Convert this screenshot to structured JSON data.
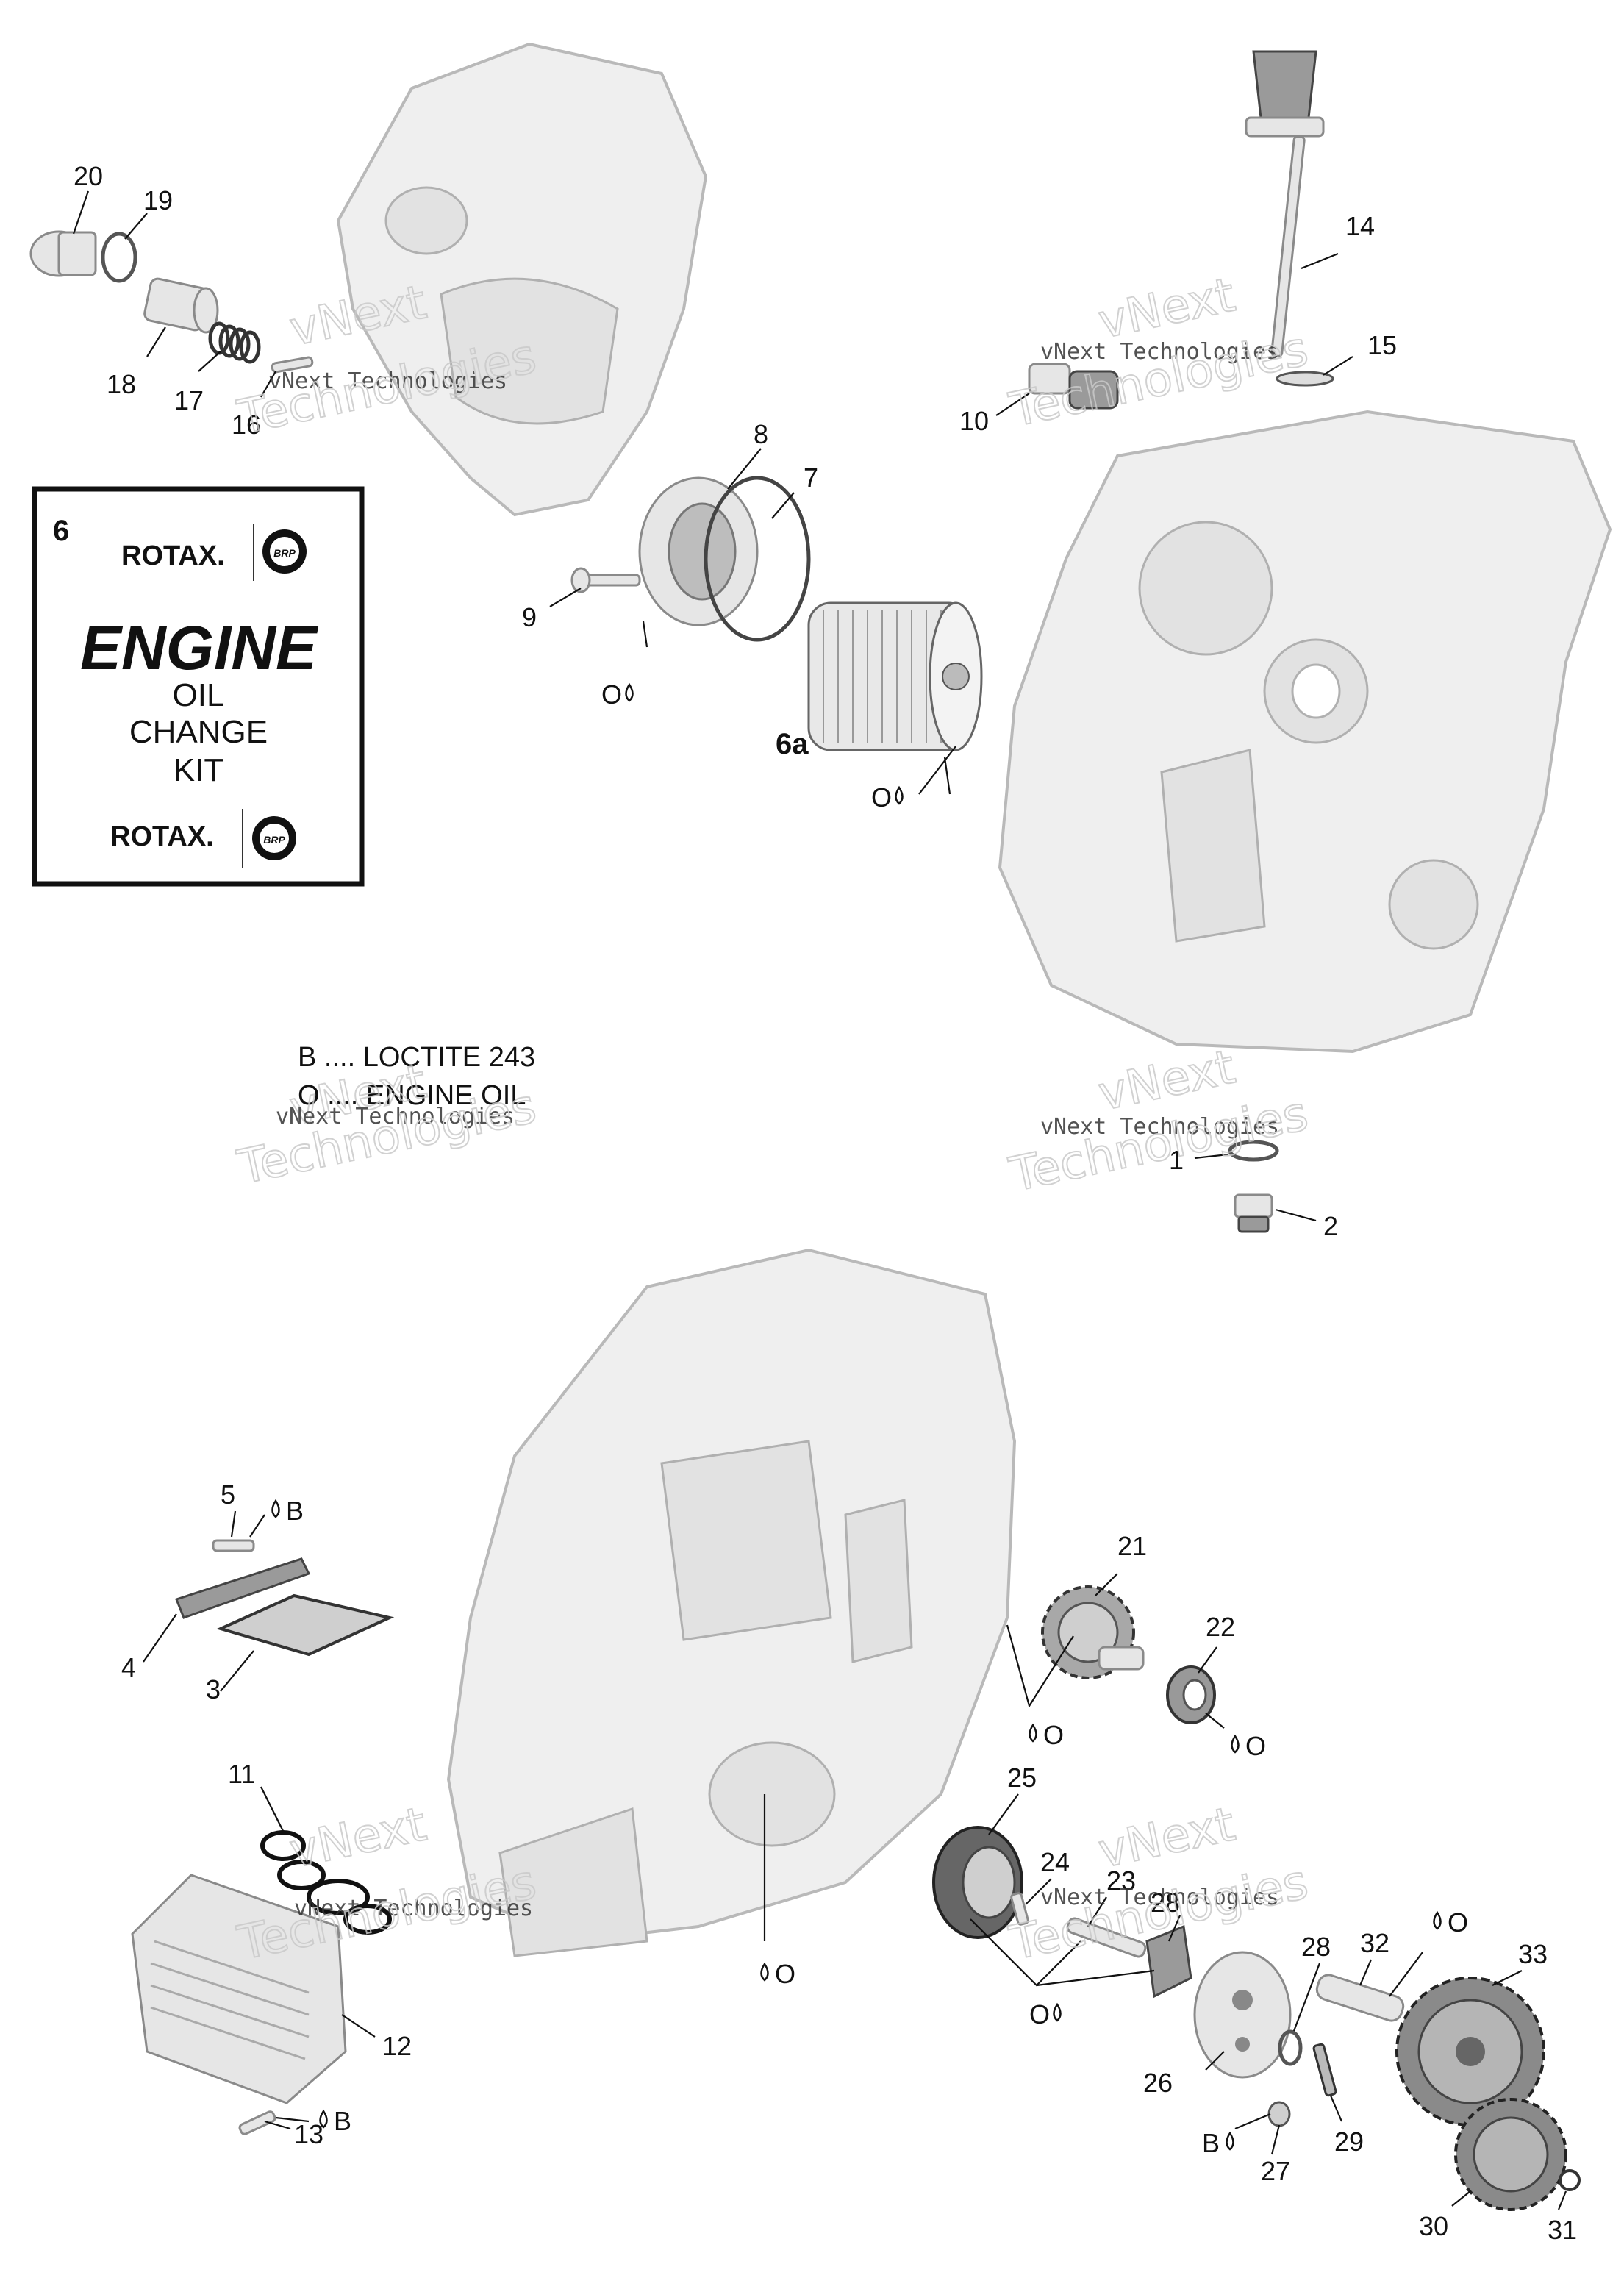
{
  "diagram": {
    "callouts": [
      {
        "id": "c1",
        "label": "1"
      },
      {
        "id": "c2",
        "label": "2"
      },
      {
        "id": "c3",
        "label": "3"
      },
      {
        "id": "c4",
        "label": "4"
      },
      {
        "id": "c5",
        "label": "5"
      },
      {
        "id": "c6a",
        "label": "6a"
      },
      {
        "id": "c7",
        "label": "7"
      },
      {
        "id": "c8",
        "label": "8"
      },
      {
        "id": "c9",
        "label": "9"
      },
      {
        "id": "c10",
        "label": "10"
      },
      {
        "id": "c11",
        "label": "11"
      },
      {
        "id": "c12",
        "label": "12"
      },
      {
        "id": "c13",
        "label": "13"
      },
      {
        "id": "c14",
        "label": "14"
      },
      {
        "id": "c15",
        "label": "15"
      },
      {
        "id": "c16",
        "label": "16"
      },
      {
        "id": "c17",
        "label": "17"
      },
      {
        "id": "c18",
        "label": "18"
      },
      {
        "id": "c19",
        "label": "19"
      },
      {
        "id": "c20",
        "label": "20"
      },
      {
        "id": "c21",
        "label": "21"
      },
      {
        "id": "c22",
        "label": "22"
      },
      {
        "id": "c23",
        "label": "23"
      },
      {
        "id": "c24",
        "label": "24"
      },
      {
        "id": "c25",
        "label": "25"
      },
      {
        "id": "c26",
        "label": "26"
      },
      {
        "id": "c27",
        "label": "27"
      },
      {
        "id": "c28a",
        "label": "28"
      },
      {
        "id": "c28b",
        "label": "28"
      },
      {
        "id": "c29",
        "label": "29"
      },
      {
        "id": "c30",
        "label": "30"
      },
      {
        "id": "c31",
        "label": "31"
      },
      {
        "id": "c32",
        "label": "32"
      },
      {
        "id": "c33",
        "label": "33"
      }
    ],
    "markers": {
      "oil": "O",
      "loctite": "B"
    },
    "legend": {
      "line1": "B .... LOCTITE 243",
      "line2": "O .... ENGINE OIL"
    },
    "kit": {
      "number": "6",
      "brand": "ROTAX.",
      "logo_text": "BRP",
      "title": "ENGINE",
      "line1": "OIL",
      "line2": "CHANGE",
      "line3": "KIT"
    },
    "watermark": {
      "line1": "vNext Technologies",
      "line2": "vNext",
      "line3": "Technologies"
    }
  }
}
